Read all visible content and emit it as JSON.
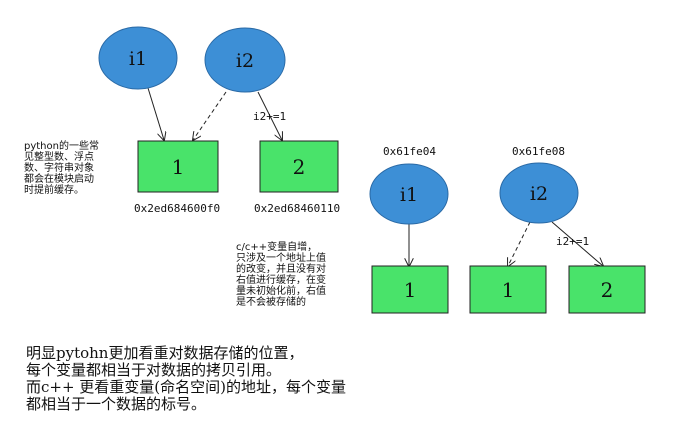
{
  "colors": {
    "ellipse_fill": "#3d8fd6",
    "ellipse_stroke": "#2a6aa6",
    "box_fill": "#49e36a",
    "box_stroke": "#222222",
    "arrow": "#222222"
  },
  "python": {
    "var1": "i1",
    "var2": "i2",
    "box1_value": "1",
    "box2_value": "2",
    "addr1": "0x2ed684600f0",
    "addr2": "0x2ed68460110",
    "op_label": "i2+=1",
    "note": "python的一些常\n见整型数、浮点\n数、字符串对象\n都会在模块启动\n时提前缓存。"
  },
  "cpp": {
    "var1": "i1",
    "var2": "i2",
    "addr1": "0x61fe04",
    "addr2": "0x61fe08",
    "box1_value": "1",
    "box2_value": "1",
    "box3_value": "2",
    "op_label": "i2+=1",
    "note": "c/c++变量自增，\n只涉及一个地址上值\n的改变，并且没有对\n右值进行缓存，在变\n量未初始化前，右值\n是不会被存储的"
  },
  "summary": "明显pytohn更加看重对数据存储的位置，\n每个变量都相当于对数据的拷贝引用。\n而c++ 更看重变量(命名空间)的地址，每个变量\n都相当于一个数据的标号。"
}
